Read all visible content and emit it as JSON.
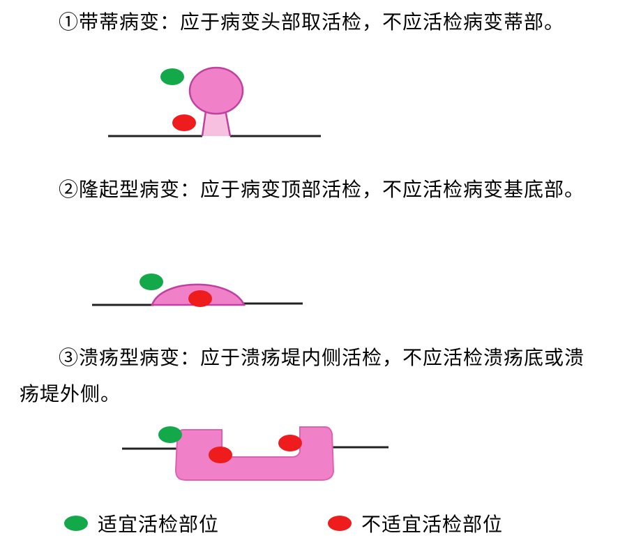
{
  "paragraphs": {
    "p1": "①带蒂病变：应于病变头部取活检，不应活检病变蒂部。",
    "p2": "②隆起型病变：应于病变顶部活检，不应活检病变基底部。",
    "p3": "③溃疡型病变：应于溃疡堤内侧活检，不应活检溃疡底或溃疡堤外侧。"
  },
  "legend": {
    "suitable_label": "适宜活检部位",
    "unsuitable_label": "不适宜活检部位"
  },
  "colors": {
    "suitable": "#13a94a",
    "unsuitable": "#ee1c1c",
    "lesion_fill": "#f080c8",
    "lesion_stroke": "#c040a0",
    "mucosa_line": "#222222"
  }
}
